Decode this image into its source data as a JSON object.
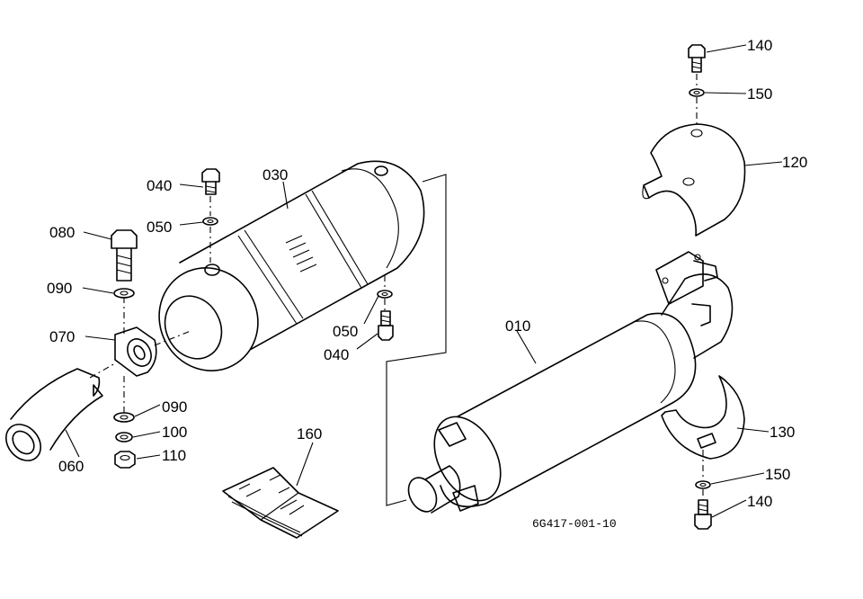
{
  "labels": {
    "l010": "010",
    "l030": "030",
    "l040a": "040",
    "l040b": "040",
    "l050a": "050",
    "l050b": "050",
    "l060": "060",
    "l070": "070",
    "l080": "080",
    "l090a": "090",
    "l090b": "090",
    "l100": "100",
    "l110": "110",
    "l120": "120",
    "l130": "130",
    "l140a": "140",
    "l140b": "140",
    "l150a": "150",
    "l150b": "150",
    "l160": "160"
  },
  "drawing_code": "6G417-001-10"
}
